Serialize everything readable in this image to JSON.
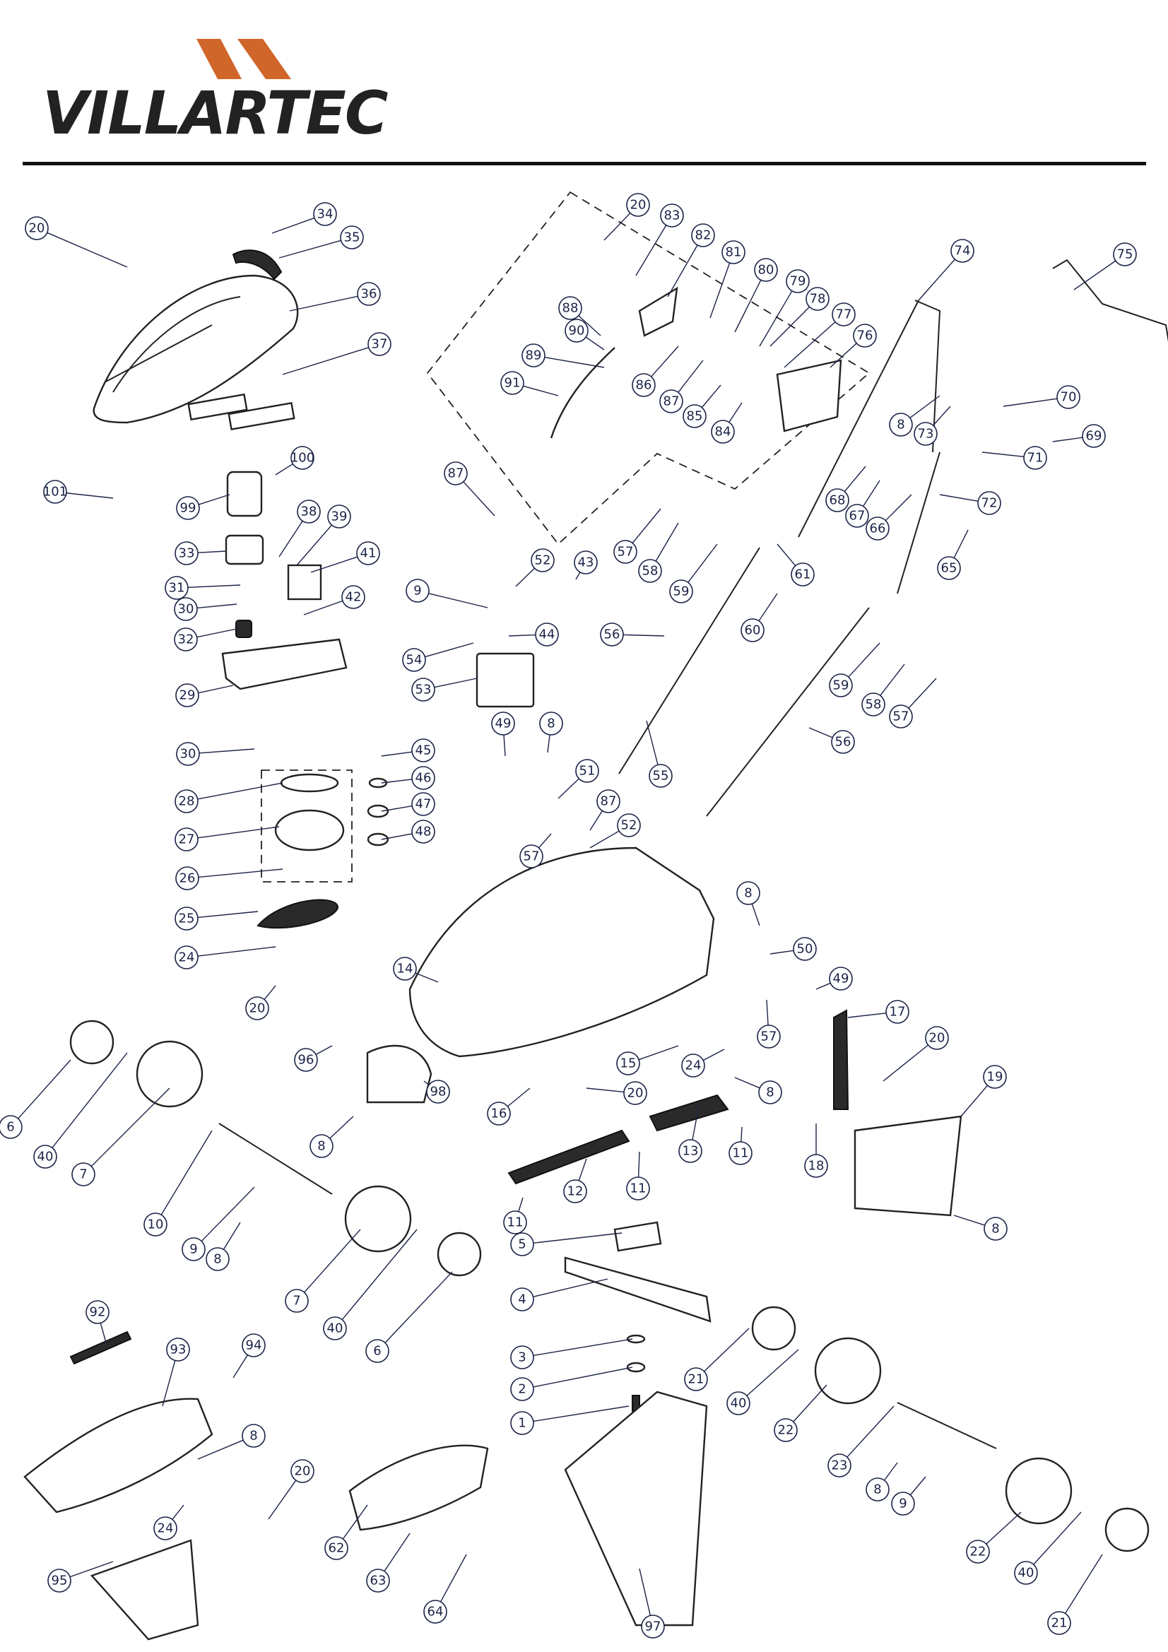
{
  "brand": {
    "name": "VILLARTEC",
    "colors": {
      "logo_mark": "#d1662a",
      "text": "#222222",
      "callout": "#1b2347"
    }
  },
  "callouts": [
    {
      "id": "c20a",
      "label": "20"
    },
    {
      "id": "c34",
      "label": "34"
    },
    {
      "id": "c35",
      "label": "35"
    },
    {
      "id": "c36",
      "label": "36"
    },
    {
      "id": "c37",
      "label": "37"
    },
    {
      "id": "c100",
      "label": "100"
    },
    {
      "id": "c101",
      "label": "101"
    },
    {
      "id": "c99",
      "label": "99"
    },
    {
      "id": "c38",
      "label": "38"
    },
    {
      "id": "c39",
      "label": "39"
    },
    {
      "id": "c33",
      "label": "33"
    },
    {
      "id": "c41",
      "label": "41"
    },
    {
      "id": "c31",
      "label": "31"
    },
    {
      "id": "c30a",
      "label": "30"
    },
    {
      "id": "c42",
      "label": "42"
    },
    {
      "id": "c32",
      "label": "32"
    },
    {
      "id": "c29",
      "label": "29"
    },
    {
      "id": "c30b",
      "label": "30"
    },
    {
      "id": "c45",
      "label": "45"
    },
    {
      "id": "c46",
      "label": "46"
    },
    {
      "id": "c28",
      "label": "28"
    },
    {
      "id": "c47",
      "label": "47"
    },
    {
      "id": "c27",
      "label": "27"
    },
    {
      "id": "c48",
      "label": "48"
    },
    {
      "id": "c26",
      "label": "26"
    },
    {
      "id": "c25",
      "label": "25"
    },
    {
      "id": "c24a",
      "label": "24"
    },
    {
      "id": "c20b",
      "label": "20"
    },
    {
      "id": "c14",
      "label": "14"
    },
    {
      "id": "c20c",
      "label": "20"
    },
    {
      "id": "c83",
      "label": "83"
    },
    {
      "id": "c82",
      "label": "82"
    },
    {
      "id": "c81",
      "label": "81"
    },
    {
      "id": "c80",
      "label": "80"
    },
    {
      "id": "c79",
      "label": "79"
    },
    {
      "id": "c78",
      "label": "78"
    },
    {
      "id": "c88",
      "label": "88"
    },
    {
      "id": "c77",
      "label": "77"
    },
    {
      "id": "c90",
      "label": "90"
    },
    {
      "id": "c76",
      "label": "76"
    },
    {
      "id": "c89",
      "label": "89"
    },
    {
      "id": "c86",
      "label": "86"
    },
    {
      "id": "c91",
      "label": "91"
    },
    {
      "id": "c87a",
      "label": "87"
    },
    {
      "id": "c85",
      "label": "85"
    },
    {
      "id": "c84",
      "label": "84"
    },
    {
      "id": "c74",
      "label": "74"
    },
    {
      "id": "c75",
      "label": "75"
    },
    {
      "id": "c70",
      "label": "70"
    },
    {
      "id": "c8a",
      "label": "8"
    },
    {
      "id": "c73",
      "label": "73"
    },
    {
      "id": "c69",
      "label": "69"
    },
    {
      "id": "c71",
      "label": "71"
    },
    {
      "id": "c87b",
      "label": "87"
    },
    {
      "id": "c68",
      "label": "68"
    },
    {
      "id": "c67",
      "label": "67"
    },
    {
      "id": "c72",
      "label": "72"
    },
    {
      "id": "c66",
      "label": "66"
    },
    {
      "id": "c57a",
      "label": "57"
    },
    {
      "id": "c65",
      "label": "65"
    },
    {
      "id": "c58a",
      "label": "58"
    },
    {
      "id": "c59a",
      "label": "59"
    },
    {
      "id": "c61",
      "label": "61"
    },
    {
      "id": "c9a",
      "label": "9"
    },
    {
      "id": "c52a",
      "label": "52"
    },
    {
      "id": "c43",
      "label": "43"
    },
    {
      "id": "c60",
      "label": "60"
    },
    {
      "id": "c56a",
      "label": "56"
    },
    {
      "id": "c54",
      "label": "54"
    },
    {
      "id": "c44",
      "label": "44"
    },
    {
      "id": "c53",
      "label": "53"
    },
    {
      "id": "c59b",
      "label": "59"
    },
    {
      "id": "c58b",
      "label": "58"
    },
    {
      "id": "c57b",
      "label": "57"
    },
    {
      "id": "c49a",
      "label": "49"
    },
    {
      "id": "c8b",
      "label": "8"
    },
    {
      "id": "c56b",
      "label": "56"
    },
    {
      "id": "c55",
      "label": "55"
    },
    {
      "id": "c51",
      "label": "51"
    },
    {
      "id": "c87c",
      "label": "87"
    },
    {
      "id": "c52b",
      "label": "52"
    },
    {
      "id": "c57c",
      "label": "57"
    },
    {
      "id": "c8c",
      "label": "8"
    },
    {
      "id": "c50",
      "label": "50"
    },
    {
      "id": "c49b",
      "label": "49"
    },
    {
      "id": "c17",
      "label": "17"
    },
    {
      "id": "c57d",
      "label": "57"
    },
    {
      "id": "c20d",
      "label": "20"
    },
    {
      "id": "c15",
      "label": "15"
    },
    {
      "id": "c24b",
      "label": "24"
    },
    {
      "id": "c19",
      "label": "19"
    },
    {
      "id": "c96",
      "label": "96"
    },
    {
      "id": "c8d",
      "label": "8"
    },
    {
      "id": "c98",
      "label": "98"
    },
    {
      "id": "c16",
      "label": "16"
    },
    {
      "id": "c20e",
      "label": "20"
    },
    {
      "id": "c6a",
      "label": "6"
    },
    {
      "id": "c40a",
      "label": "40"
    },
    {
      "id": "c7a",
      "label": "7"
    },
    {
      "id": "c8e",
      "label": "8"
    },
    {
      "id": "c13",
      "label": "13"
    },
    {
      "id": "c11a",
      "label": "11"
    },
    {
      "id": "c18",
      "label": "18"
    },
    {
      "id": "c10",
      "label": "10"
    },
    {
      "id": "c12",
      "label": "12"
    },
    {
      "id": "c11b",
      "label": "11"
    },
    {
      "id": "c11c",
      "label": "11"
    },
    {
      "id": "c9b",
      "label": "9"
    },
    {
      "id": "c8f",
      "label": "8"
    },
    {
      "id": "c5",
      "label": "5"
    },
    {
      "id": "c8g",
      "label": "8"
    },
    {
      "id": "c7b",
      "label": "7"
    },
    {
      "id": "c4",
      "label": "4"
    },
    {
      "id": "c40b",
      "label": "40"
    },
    {
      "id": "c6b",
      "label": "6"
    },
    {
      "id": "c21a",
      "label": "21"
    },
    {
      "id": "c3",
      "label": "3"
    },
    {
      "id": "c92",
      "label": "92"
    },
    {
      "id": "c93",
      "label": "93"
    },
    {
      "id": "c94",
      "label": "94"
    },
    {
      "id": "c2",
      "label": "2"
    },
    {
      "id": "c40c",
      "label": "40"
    },
    {
      "id": "c22a",
      "label": "22"
    },
    {
      "id": "c1",
      "label": "1"
    },
    {
      "id": "c8h",
      "label": "8"
    },
    {
      "id": "c20f",
      "label": "20"
    },
    {
      "id": "c23",
      "label": "23"
    },
    {
      "id": "c24c",
      "label": "24"
    },
    {
      "id": "c8i",
      "label": "8"
    },
    {
      "id": "c9c",
      "label": "9"
    },
    {
      "id": "c62",
      "label": "62"
    },
    {
      "id": "c63",
      "label": "63"
    },
    {
      "id": "c95",
      "label": "95"
    },
    {
      "id": "c22b",
      "label": "22"
    },
    {
      "id": "c40d",
      "label": "40"
    },
    {
      "id": "c64",
      "label": "64"
    },
    {
      "id": "c97",
      "label": "97"
    },
    {
      "id": "c21b",
      "label": "21"
    }
  ]
}
